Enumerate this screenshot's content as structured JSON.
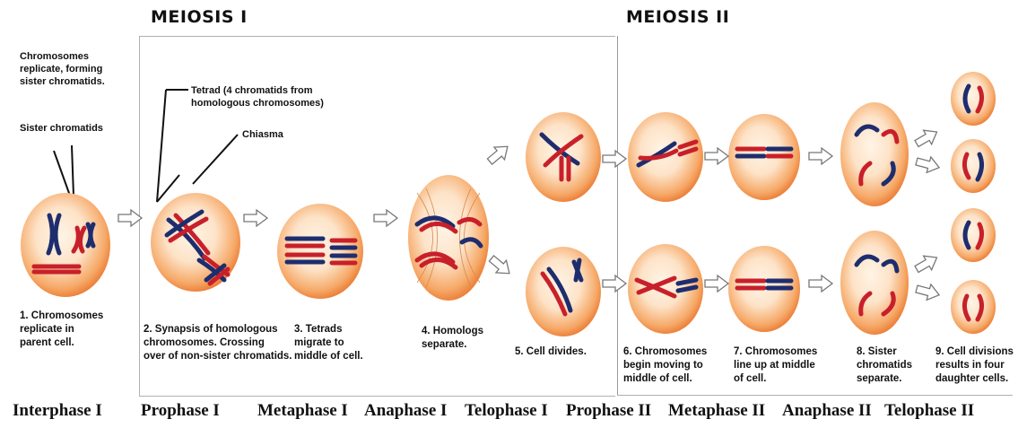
{
  "headings": {
    "meiosis1": "MEIOSIS I",
    "meiosis2": "MEIOSIS II"
  },
  "notes": {
    "replicate": [
      "Chromosomes",
      "replicate, forming",
      "sister chromatids."
    ],
    "sister": "Sister chromatids",
    "tetrad": [
      "Tetrad (4 chromatids from",
      "homologous chromosomes)"
    ],
    "chiasma": "Chiasma"
  },
  "captions": [
    [
      "1. Chromosomes",
      "replicate in",
      "parent cell."
    ],
    [
      "2. Synapsis of homologous",
      "chromosomes. Crossing",
      "over of non-sister chromatids."
    ],
    [
      "3. Tetrads",
      "migrate to",
      "middle of cell."
    ],
    [
      "4. Homologs",
      "separate."
    ],
    [
      "5. Cell divides."
    ],
    [
      "6. Chromosomes",
      "begin moving to",
      "middle of cell."
    ],
    [
      "7. Chromosomes",
      "line up at middle",
      "of cell."
    ],
    [
      "8. Sister",
      "chromatids",
      "separate."
    ],
    [
      "9. Cell divisions",
      "results in four",
      "daughter cells."
    ]
  ],
  "phases": [
    "Interphase I",
    "Prophase I",
    "Metaphase I",
    "Anaphase I",
    "Telophase I",
    "Prophase II",
    "Metaphase II",
    "Anaphase II",
    "Telophase II"
  ],
  "colors": {
    "cell_outer": "#e8722a",
    "cell_inner": "#fde3c8",
    "chromosome_red": "#c8202a",
    "chromosome_blue": "#1e2d6e",
    "frame": "#b0b0b0"
  }
}
